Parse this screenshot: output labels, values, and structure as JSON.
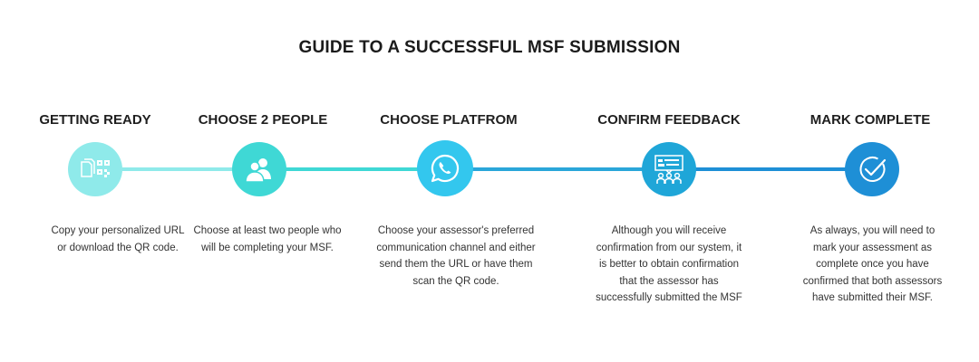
{
  "title": "GUIDE TO A SUCCESSFUL MSF SUBMISSION",
  "steps": [
    {
      "heading": "GETTING READY",
      "icon": "qr-code-icon",
      "color": "#8feaea",
      "description": "Copy your personalized URL or download the QR code."
    },
    {
      "heading": "CHOOSE 2 PEOPLE",
      "icon": "people-icon",
      "color": "#3fd8d5",
      "description": "Choose at least two people who will be completing your MSF."
    },
    {
      "heading": "CHOOSE PLATFROM",
      "icon": "whatsapp-icon",
      "color": "#33c7ee",
      "description": "Choose your assessor's preferred communication channel and either send them the URL or have them scan the QR code."
    },
    {
      "heading": "CONFIRM FEEDBACK",
      "icon": "presentation-audience-icon",
      "color": "#1fa6d8",
      "description": "Although you will receive confirmation from our system, it is better to obtain confirmation that the assessor has successfully submitted the MSF"
    },
    {
      "heading": "MARK COMPLETE",
      "icon": "check-circle-icon",
      "color": "#1e8fd6",
      "description": "As always, you will need to mark your assessment as complete once you have confirmed that both assessors have submitted their MSF."
    }
  ],
  "connector_colors": [
    "#8feaea",
    "#3fd8d5",
    "#2aa6d9",
    "#1e8fd6"
  ]
}
